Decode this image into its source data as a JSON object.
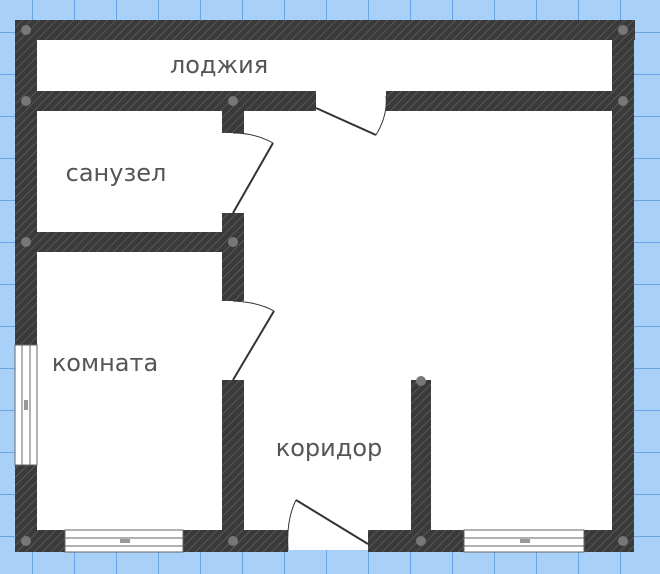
{
  "rooms": {
    "loggia": "лоджия",
    "bathroom": "санузел",
    "room": "комната",
    "corridor": "коридор"
  },
  "colors": {
    "background": "#a8d0f8",
    "grid": "#6aa6e6",
    "floor": "#ffffff",
    "wall": "#3a3a3a",
    "label": "#555555"
  }
}
